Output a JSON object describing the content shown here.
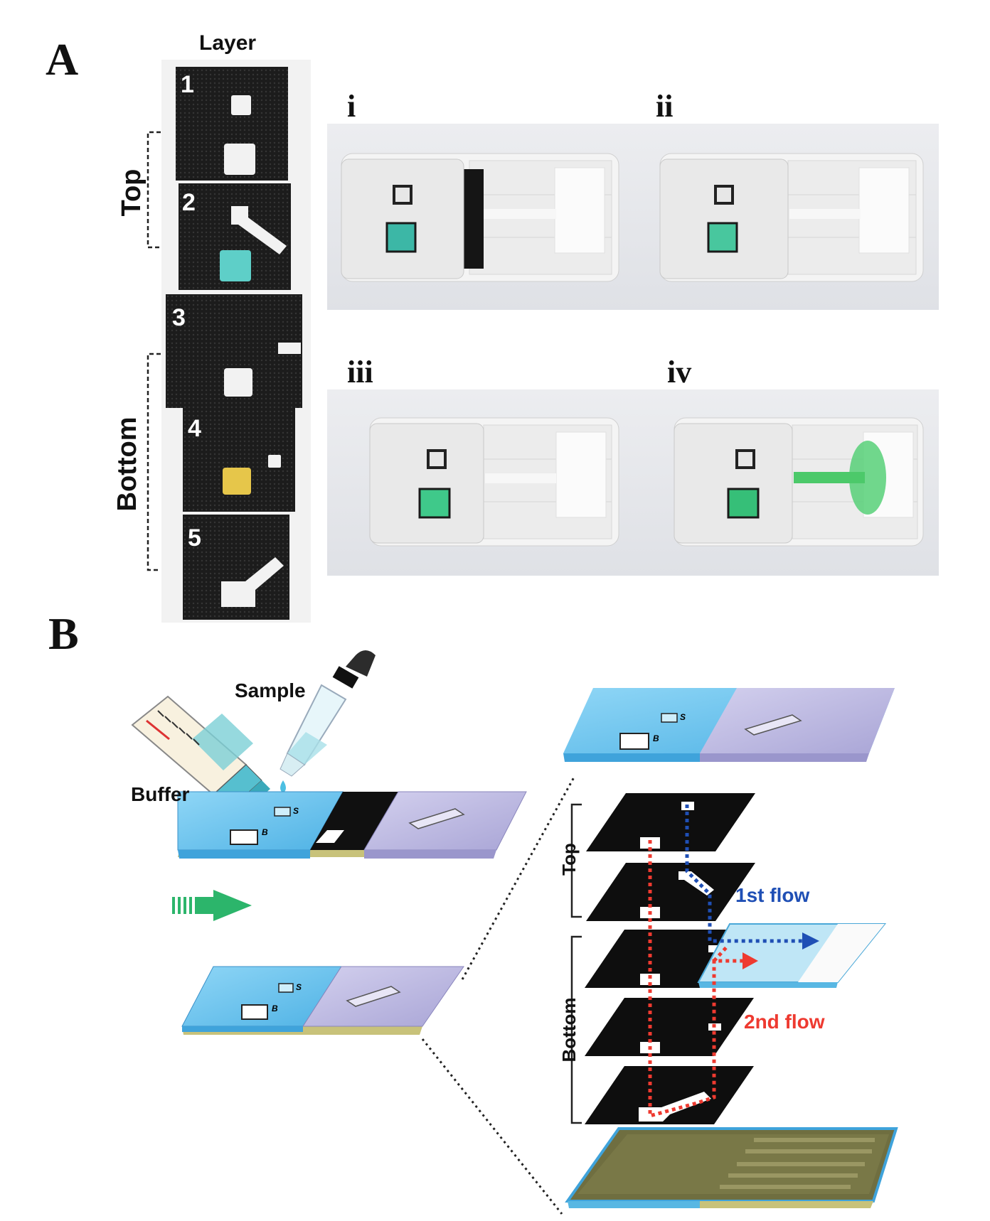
{
  "panel_a": {
    "letter": "A",
    "layer_header": "Layer",
    "layers": [
      "1",
      "2",
      "3",
      "4",
      "5"
    ],
    "group_top": "Top",
    "group_bottom": "Bottom",
    "steps": [
      "i",
      "ii",
      "iii",
      "iv"
    ],
    "colors": {
      "cyan_pad": "#5ecfc8",
      "yellow_pad": "#e6c64a",
      "green_signal": "#4cc96a"
    }
  },
  "panel_b": {
    "letter": "B",
    "sample_label": "Sample",
    "buffer_label": "Buffer",
    "device_marks": [
      "S",
      "B"
    ],
    "group_top": "Top",
    "group_bottom": "Bottom",
    "flow_1": "1st flow",
    "flow_2": "2nd flow",
    "colors": {
      "flow_1": "#1f4fb5",
      "flow_2": "#ee3a30",
      "arrow": "#2cb56b",
      "device_blue": "#62bde8",
      "device_purple": "#b8b4dc",
      "base_olive": "#b8b58a"
    }
  }
}
